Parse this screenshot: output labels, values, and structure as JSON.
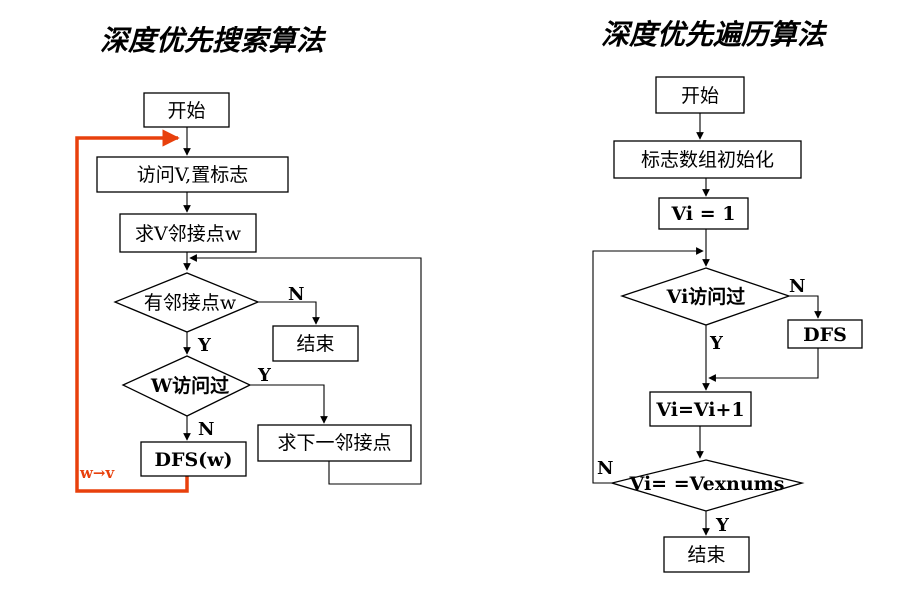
{
  "left": {
    "title": "深度优先搜索算法",
    "start": "开始",
    "visit": "访问V,置标志",
    "find_adj": "求V邻接点w",
    "has_adj": "有邻接点w",
    "end": "结束",
    "w_visited": "W访问过",
    "dfs": "DFS(w)",
    "next_adj": "求下一邻接点",
    "label_n1": "N",
    "label_y1": "Y",
    "label_y2": "Y",
    "label_n2": "N",
    "loop_label": "w→v",
    "colors": {
      "loop": "#e8400c"
    }
  },
  "right": {
    "title": "深度优先遍历算法",
    "start": "开始",
    "init": "标志数组初始化",
    "vi1": "Vi = 1",
    "vi_visited": "Vi访问过",
    "dfs": "DFS",
    "inc": "Vi=Vi+1",
    "cond": "Vi= =Vexnums",
    "end": "结束",
    "label_n1": "N",
    "label_y1": "Y",
    "label_n2": "N",
    "label_y2": "Y"
  }
}
